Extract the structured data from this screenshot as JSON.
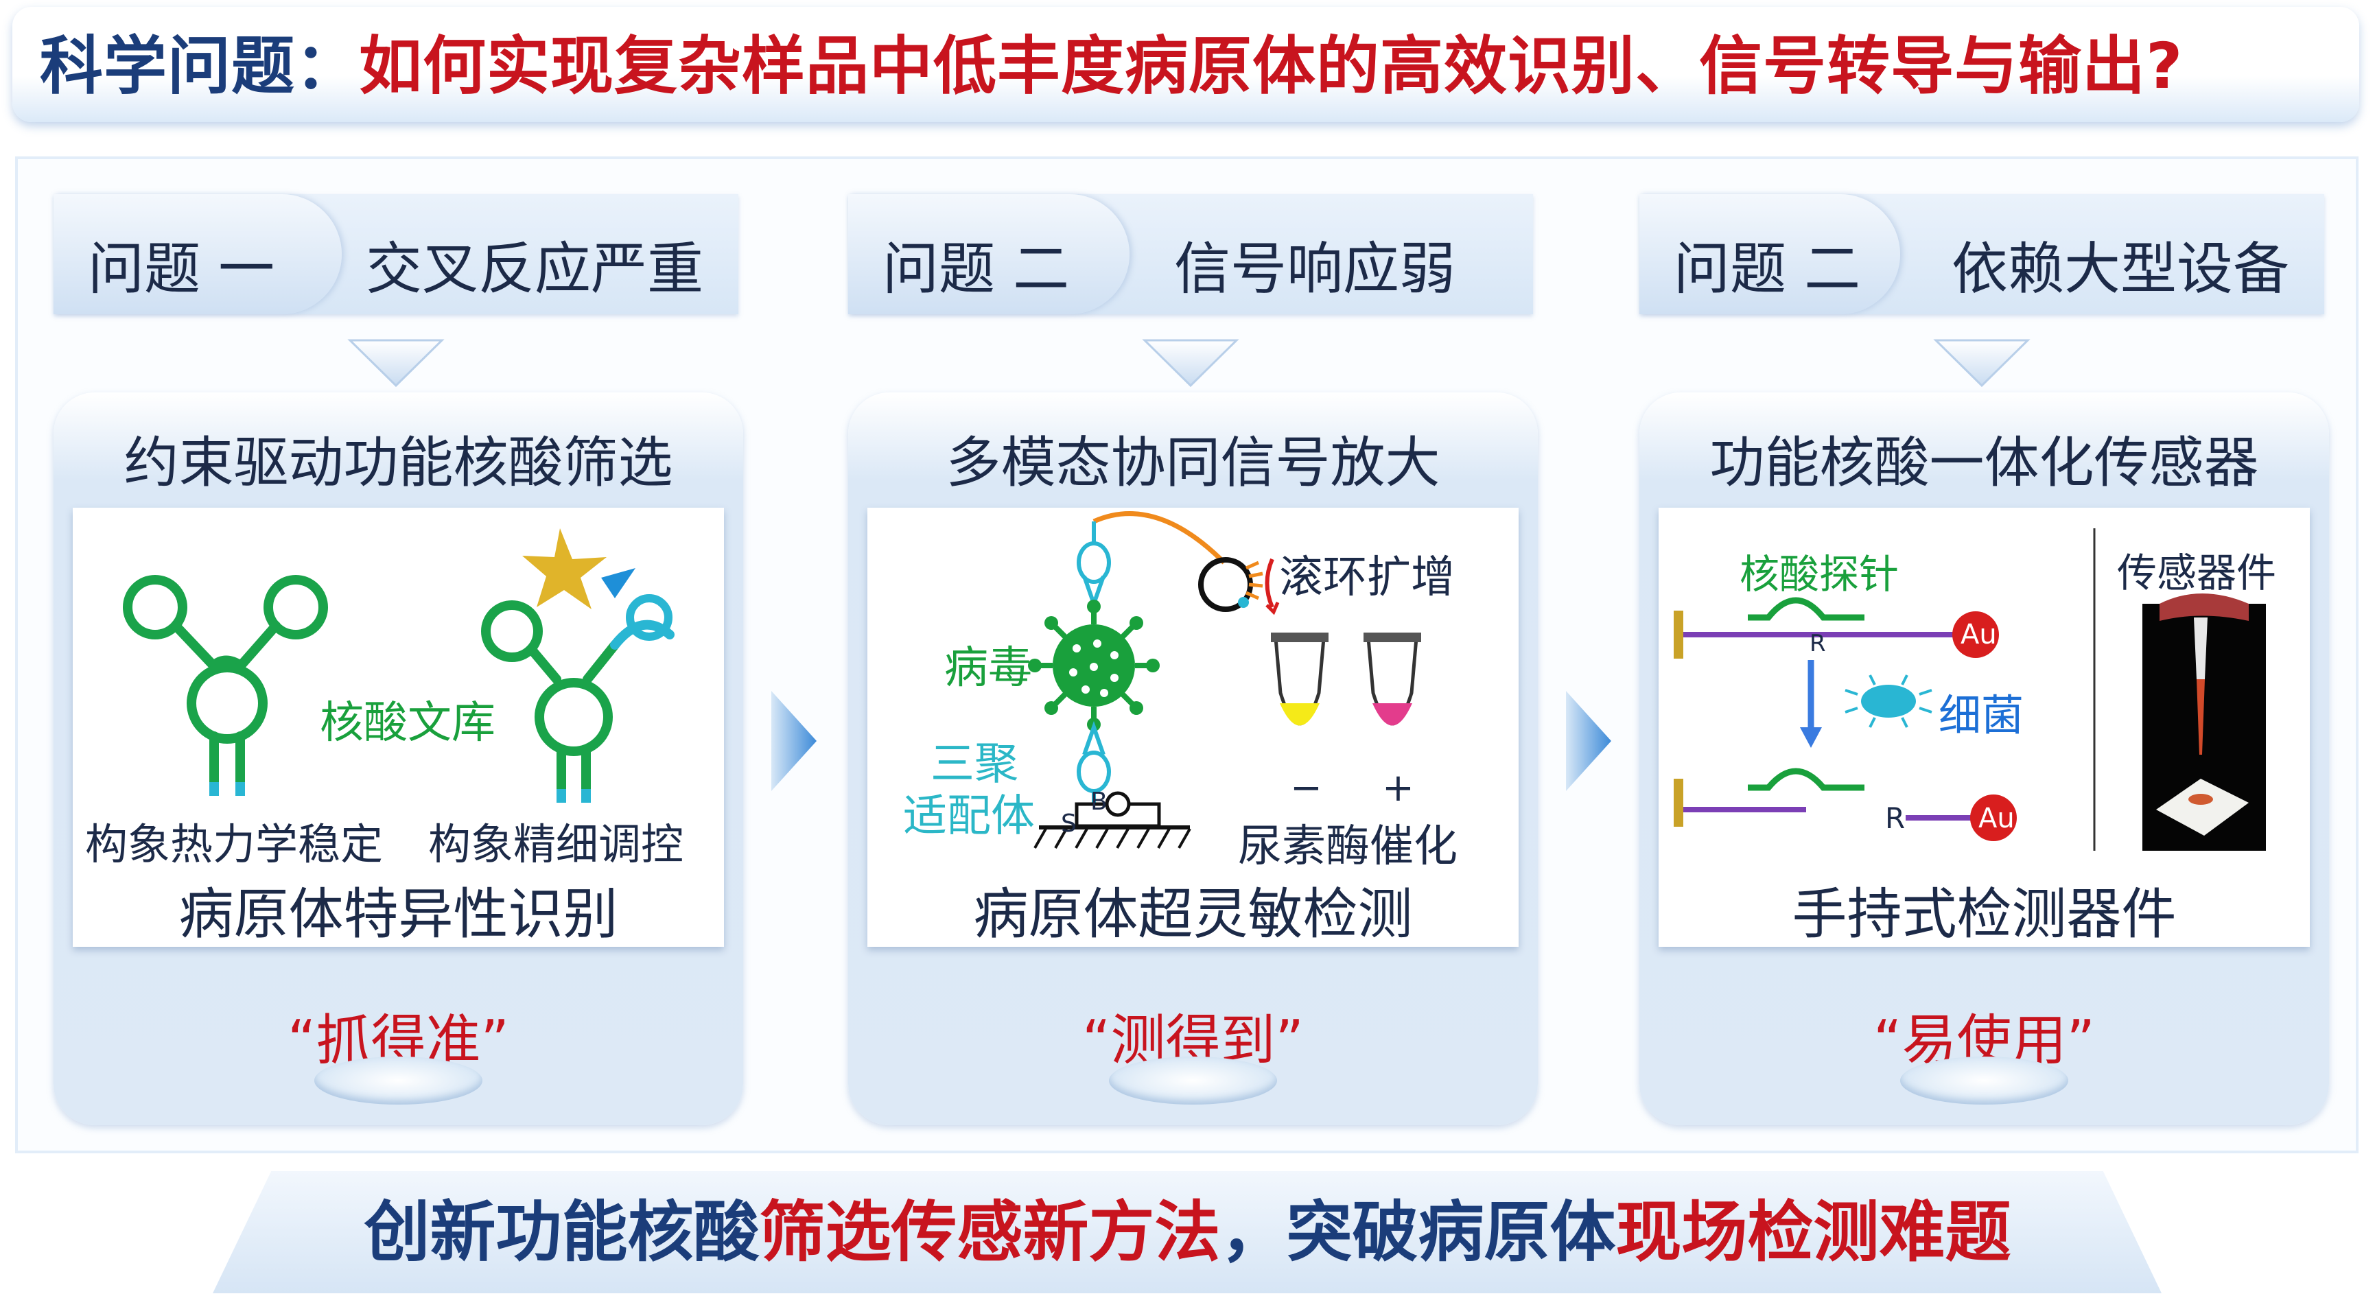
{
  "header": {
    "prefix": "科学问题：",
    "question": "如何实现复杂样品中低丰度病原体的高效识别、信号转导与输出?"
  },
  "problems": [
    {
      "label": "问题 一",
      "title": "交叉反应严重"
    },
    {
      "label": "问题 二",
      "title": "信号响应弱"
    },
    {
      "label": "问题 二",
      "title": "依赖大型设备"
    }
  ],
  "solutions": [
    {
      "title": "约束驱动功能核酸筛选",
      "labels": {
        "library": "核酸文库",
        "stable": "构象热力学稳定",
        "control": "构象精细调控"
      },
      "caption": "病原体特异性识别",
      "quote": "“抓得准”"
    },
    {
      "title": "多模态协同信号放大",
      "labels": {
        "rca": "滚环扩增",
        "virus": "病毒",
        "aptamer_1": "三聚",
        "aptamer_2": "适配体",
        "urease": "尿素酶催化",
        "minus": "−",
        "plus": "+",
        "b": "B",
        "s": "S"
      },
      "caption": "病原体超灵敏检测",
      "quote": "“测得到”"
    },
    {
      "title": "功能核酸一体化传感器",
      "labels": {
        "probe": "核酸探针",
        "bacteria": "细菌",
        "device": "传感器件",
        "au1": "Au",
        "au2": "Au",
        "r1": "R",
        "r2": "R"
      },
      "caption": "手持式检测器件",
      "quote": "“易使用”"
    }
  ],
  "summary": {
    "part1": "创新功能核酸",
    "part2": "筛选传感新方法",
    "part3": "，突破病原体",
    "part4": "现场检测难题"
  },
  "colors": {
    "navy": "#1b3d7a",
    "red": "#c8141e",
    "green": "#19a03c",
    "cyan": "#29b6d3",
    "purple": "#7b3fb5"
  }
}
